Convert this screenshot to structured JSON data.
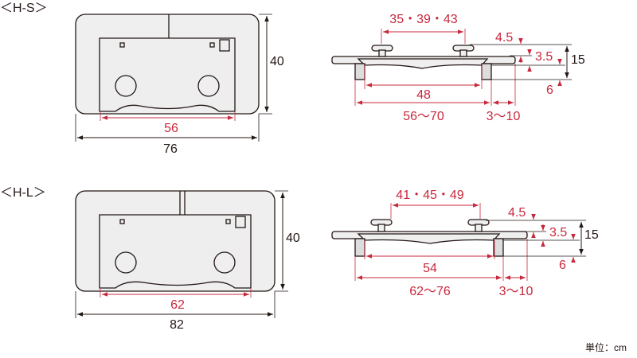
{
  "colors": {
    "dimension_red": "#c8283c",
    "outline": "#231815",
    "fill": "#efefef"
  },
  "models": [
    {
      "label": "＜H-S＞",
      "top_view": {
        "inner_width": "56",
        "outer_width": "76",
        "depth": "40"
      },
      "side_view": {
        "knob_spacing": "35・39・43",
        "leg_span": "48",
        "fit_range": "56〜70",
        "overhang": "3〜10",
        "total_height": "15",
        "knob_height": "4.5",
        "plate_height": "3.5",
        "leg_height": "6"
      }
    },
    {
      "label": "＜H-L＞",
      "top_view": {
        "inner_width": "62",
        "outer_width": "82",
        "depth": "40"
      },
      "side_view": {
        "knob_spacing": "41・45・49",
        "leg_span": "54",
        "fit_range": "62〜76",
        "overhang": "3〜10",
        "total_height": "15",
        "knob_height": "4.5",
        "plate_height": "3.5",
        "leg_height": "6"
      }
    }
  ],
  "unit_note": "単位：cm"
}
